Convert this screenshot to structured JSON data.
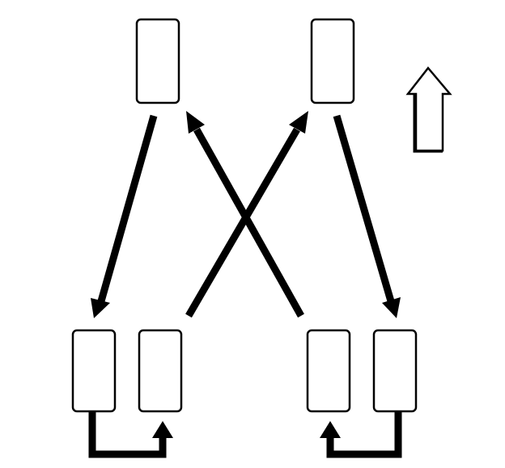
{
  "diagram": {
    "kind": "tire-rotation-pattern",
    "tires": [
      {
        "id": "front-left",
        "position": "front-left"
      },
      {
        "id": "front-right",
        "position": "front-right"
      },
      {
        "id": "rear-left-outer",
        "position": "rear-left-outer"
      },
      {
        "id": "rear-left-inner",
        "position": "rear-left-inner"
      },
      {
        "id": "rear-right-inner",
        "position": "rear-right-inner"
      },
      {
        "id": "rear-right-outer",
        "position": "rear-right-outer"
      }
    ],
    "moves": [
      {
        "from": "front-left",
        "to": "rear-left-outer"
      },
      {
        "from": "front-right",
        "to": "rear-right-outer"
      },
      {
        "from": "rear-left-inner",
        "to": "front-right"
      },
      {
        "from": "rear-right-inner",
        "to": "front-left"
      },
      {
        "from": "rear-left-outer",
        "to": "rear-left-inner"
      },
      {
        "from": "rear-right-outer",
        "to": "rear-right-inner"
      }
    ],
    "indicator": {
      "name": "vehicle-front-direction",
      "direction": "up"
    },
    "colors": {
      "stroke": "#000000",
      "fill": "#ffffff"
    }
  }
}
